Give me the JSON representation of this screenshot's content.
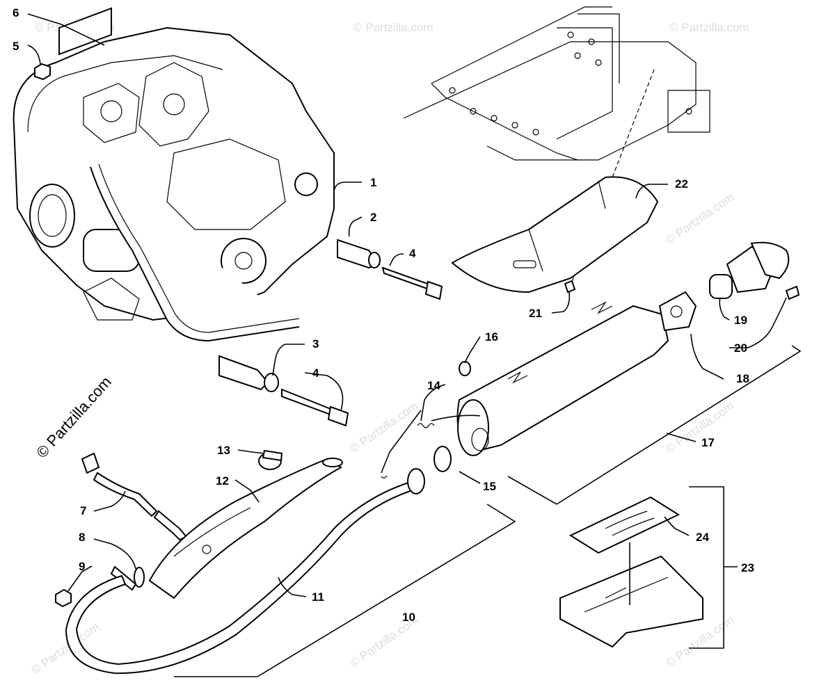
{
  "callouts": {
    "c1": "1",
    "c2": "2",
    "c3": "3",
    "c4a": "4",
    "c4b": "4",
    "c5": "5",
    "c6": "6",
    "c7": "7",
    "c8": "8",
    "c9": "9",
    "c10": "10",
    "c11": "11",
    "c12": "12",
    "c13": "13",
    "c14": "14",
    "c15": "15",
    "c16": "16",
    "c17": "17",
    "c18": "18",
    "c19": "19",
    "c20": "20",
    "c21": "21",
    "c22": "22",
    "c23": "23",
    "c24": "24"
  },
  "watermark": {
    "main": "© Partzilla.com",
    "faint": "© Partzilla.com"
  }
}
